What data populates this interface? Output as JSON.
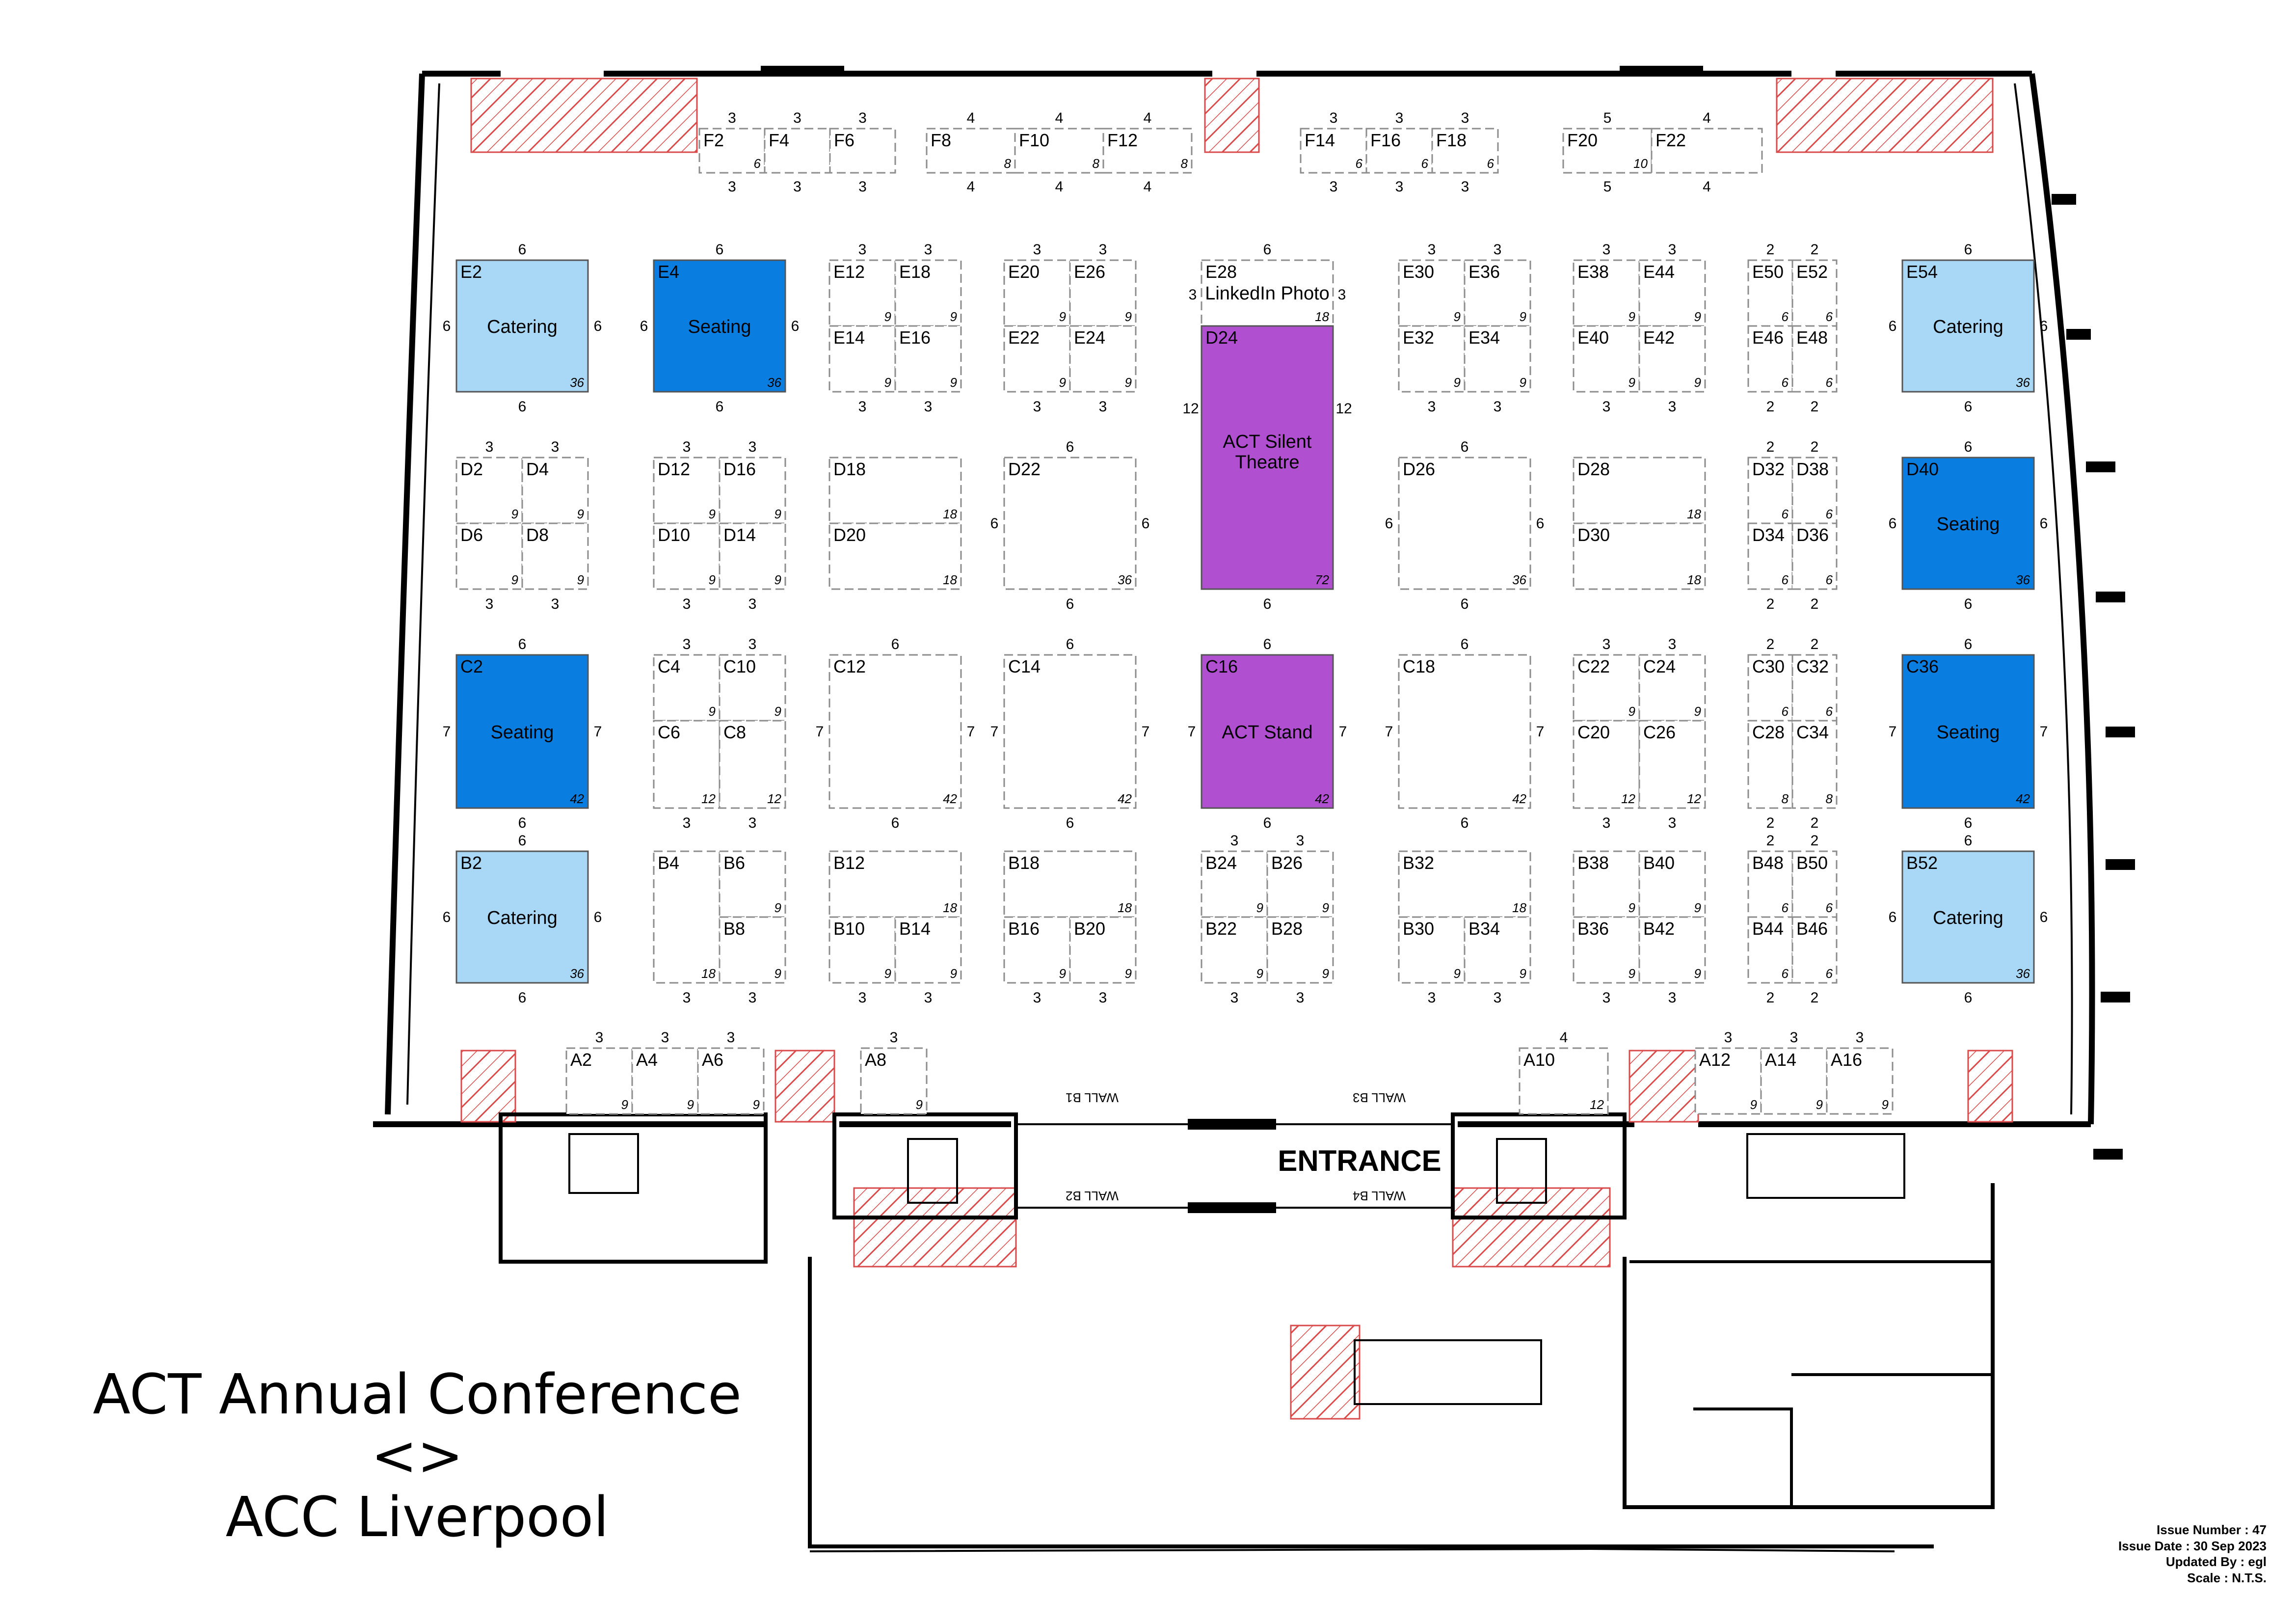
{
  "colors": {
    "catering": "#a9d8f7",
    "seating": "#0a7ee0",
    "act": "#b04fd0",
    "hatch": "#d94a4a"
  },
  "title": {
    "line1": "ACT Annual Conference",
    "line2": "<>",
    "line3": "ACC Liverpool"
  },
  "entrance_label": "ENTRANCE",
  "walls": [
    "WALL B1",
    "WALL B3",
    "WALL B2",
    "WALL B4"
  ],
  "issue": {
    "number": "Issue Number : 47",
    "date": "Issue Date : 30 Sep 2023",
    "updated": "Updated By : egl",
    "scale": "Scale : N.T.S."
  },
  "stands": [
    {
      "code": "F2",
      "area": "6"
    },
    {
      "code": "F4",
      "area": ""
    },
    {
      "code": "F6",
      "area": ""
    },
    {
      "code": "F8",
      "area": "8"
    },
    {
      "code": "F10",
      "area": "8"
    },
    {
      "code": "F12",
      "area": "8"
    },
    {
      "code": "F14",
      "area": "6"
    },
    {
      "code": "F16",
      "area": "6"
    },
    {
      "code": "F18",
      "area": "6"
    },
    {
      "code": "F20",
      "area": "10"
    },
    {
      "code": "F22",
      "area": ""
    },
    {
      "code": "E2",
      "label": "Catering",
      "area": "36",
      "kind": "catering"
    },
    {
      "code": "E4",
      "label": "Seating",
      "area": "36",
      "kind": "seating"
    },
    {
      "code": "E12",
      "area": "9"
    },
    {
      "code": "E18",
      "area": "9"
    },
    {
      "code": "E14",
      "area": "9"
    },
    {
      "code": "E16",
      "area": "9"
    },
    {
      "code": "E20",
      "area": "9"
    },
    {
      "code": "E26",
      "area": "9"
    },
    {
      "code": "E22",
      "area": "9"
    },
    {
      "code": "E24",
      "area": "9"
    },
    {
      "code": "E28",
      "label": "LinkedIn Photo",
      "area": "18"
    },
    {
      "code": "E30",
      "area": "9"
    },
    {
      "code": "E36",
      "area": "9"
    },
    {
      "code": "E32",
      "area": "9"
    },
    {
      "code": "E34",
      "area": "9"
    },
    {
      "code": "E38",
      "area": "9"
    },
    {
      "code": "E44",
      "area": "9"
    },
    {
      "code": "E40",
      "area": "9"
    },
    {
      "code": "E42",
      "area": "9"
    },
    {
      "code": "E50",
      "area": "6"
    },
    {
      "code": "E52",
      "area": "6"
    },
    {
      "code": "E46",
      "area": "6"
    },
    {
      "code": "E48",
      "area": "6"
    },
    {
      "code": "E54",
      "label": "Catering",
      "area": "36",
      "kind": "catering"
    },
    {
      "code": "D2",
      "area": "9"
    },
    {
      "code": "D4",
      "area": "9"
    },
    {
      "code": "D6",
      "area": "9"
    },
    {
      "code": "D8",
      "area": "9"
    },
    {
      "code": "D12",
      "area": "9"
    },
    {
      "code": "D16",
      "area": "9"
    },
    {
      "code": "D10",
      "area": "9"
    },
    {
      "code": "D14",
      "area": "9"
    },
    {
      "code": "D18",
      "area": "18"
    },
    {
      "code": "D20",
      "area": "18"
    },
    {
      "code": "D22",
      "area": "36"
    },
    {
      "code": "D24",
      "label": "ACT Silent Theatre",
      "area": "72",
      "kind": "act"
    },
    {
      "code": "D26",
      "area": "36"
    },
    {
      "code": "D28",
      "area": "18"
    },
    {
      "code": "D30",
      "area": "18"
    },
    {
      "code": "D32",
      "area": "6"
    },
    {
      "code": "D38",
      "area": "6"
    },
    {
      "code": "D34",
      "area": "6"
    },
    {
      "code": "D36",
      "area": "6"
    },
    {
      "code": "D40",
      "label": "Seating",
      "area": "36",
      "kind": "seating"
    },
    {
      "code": "C2",
      "label": "Seating",
      "area": "42",
      "kind": "seating"
    },
    {
      "code": "C4",
      "area": "9"
    },
    {
      "code": "C10",
      "area": "9"
    },
    {
      "code": "C6",
      "area": "12"
    },
    {
      "code": "C8",
      "area": "12"
    },
    {
      "code": "C12",
      "area": "42"
    },
    {
      "code": "C14",
      "area": "42"
    },
    {
      "code": "C16",
      "label": "ACT Stand",
      "area": "42",
      "kind": "act"
    },
    {
      "code": "C18",
      "area": "42"
    },
    {
      "code": "C22",
      "area": "9"
    },
    {
      "code": "C24",
      "area": "9"
    },
    {
      "code": "C20",
      "area": "12"
    },
    {
      "code": "C26",
      "area": "12"
    },
    {
      "code": "C30",
      "area": "6"
    },
    {
      "code": "C32",
      "area": "6"
    },
    {
      "code": "C28",
      "area": "8"
    },
    {
      "code": "C34",
      "area": "8"
    },
    {
      "code": "C36",
      "label": "Seating",
      "area": "42",
      "kind": "seating"
    },
    {
      "code": "B2",
      "label": "Catering",
      "area": "36",
      "kind": "catering"
    },
    {
      "code": "B4",
      "area": "18"
    },
    {
      "code": "B6",
      "area": "9"
    },
    {
      "code": "B8",
      "area": "9"
    },
    {
      "code": "B12",
      "area": "18"
    },
    {
      "code": "B10",
      "area": "9"
    },
    {
      "code": "B14",
      "area": "9"
    },
    {
      "code": "B18",
      "area": "18"
    },
    {
      "code": "B16",
      "area": "9"
    },
    {
      "code": "B20",
      "area": "9"
    },
    {
      "code": "B24",
      "area": "9"
    },
    {
      "code": "B26",
      "area": "9"
    },
    {
      "code": "B22",
      "area": "9"
    },
    {
      "code": "B28",
      "area": "9"
    },
    {
      "code": "B32",
      "area": "18"
    },
    {
      "code": "B30",
      "area": "9"
    },
    {
      "code": "B34",
      "area": "9"
    },
    {
      "code": "B38",
      "area": "9"
    },
    {
      "code": "B40",
      "area": "9"
    },
    {
      "code": "B36",
      "area": "9"
    },
    {
      "code": "B42",
      "area": "9"
    },
    {
      "code": "B48",
      "area": "6"
    },
    {
      "code": "B50",
      "area": "6"
    },
    {
      "code": "B44",
      "area": "6"
    },
    {
      "code": "B46",
      "area": "6"
    },
    {
      "code": "B52",
      "label": "Catering",
      "area": "36",
      "kind": "catering"
    },
    {
      "code": "A2",
      "area": "9"
    },
    {
      "code": "A4",
      "area": "9"
    },
    {
      "code": "A6",
      "area": "9"
    },
    {
      "code": "A8",
      "area": "9"
    },
    {
      "code": "A10",
      "area": "12"
    },
    {
      "code": "A12",
      "area": "9"
    },
    {
      "code": "A14",
      "area": "9"
    },
    {
      "code": "A16",
      "area": "9"
    }
  ]
}
